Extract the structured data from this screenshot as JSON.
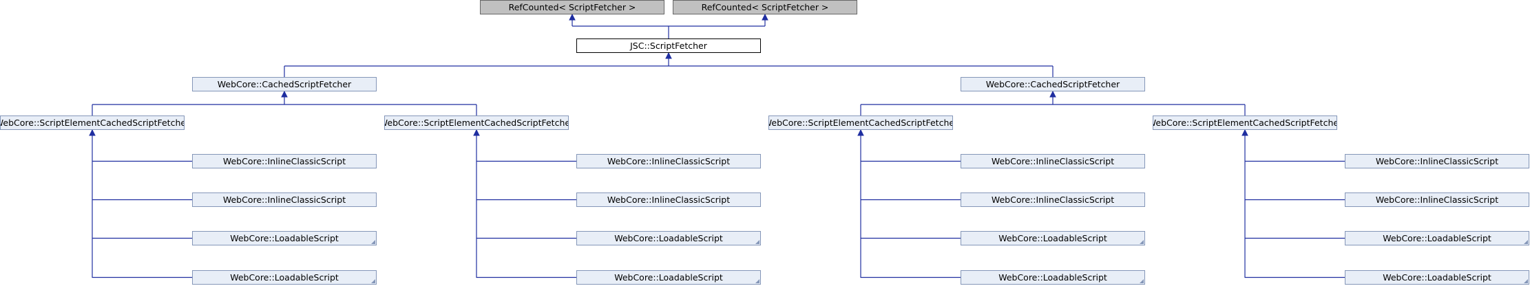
{
  "diagram": {
    "colors": {
      "edge": "#1f2ea0",
      "external_fill": "#c0c0c0",
      "derived_fill": "#e8eef7",
      "derived_border": "#8496b8"
    },
    "nodes": {
      "refcounted_left": "RefCounted< ScriptFetcher >",
      "refcounted_right": "RefCounted< ScriptFetcher >",
      "script_fetcher": "JSC::ScriptFetcher",
      "cached_left": "WebCore::CachedScriptFetcher",
      "cached_right": "WebCore::CachedScriptFetcher",
      "secsf_1": "WebCore::ScriptElementCachedScriptFetcher",
      "secsf_2": "WebCore::ScriptElementCachedScriptFetcher",
      "secsf_3": "WebCore::ScriptElementCachedScriptFetcher",
      "secsf_4": "WebCore::ScriptElementCachedScriptFetcher",
      "col1_a": "WebCore::InlineClassicScript",
      "col1_b": "WebCore::InlineClassicScript",
      "col1_c": "WebCore::LoadableScript",
      "col1_d": "WebCore::LoadableScript",
      "col2_a": "WebCore::InlineClassicScript",
      "col2_b": "WebCore::InlineClassicScript",
      "col2_c": "WebCore::LoadableScript",
      "col2_d": "WebCore::LoadableScript",
      "col3_a": "WebCore::InlineClassicScript",
      "col3_b": "WebCore::InlineClassicScript",
      "col3_c": "WebCore::LoadableScript",
      "col3_d": "WebCore::LoadableScript",
      "col4_a": "WebCore::InlineClassicScript",
      "col4_b": "WebCore::InlineClassicScript",
      "col4_c": "WebCore::LoadableScript",
      "col4_d": "WebCore::LoadableScript"
    }
  }
}
